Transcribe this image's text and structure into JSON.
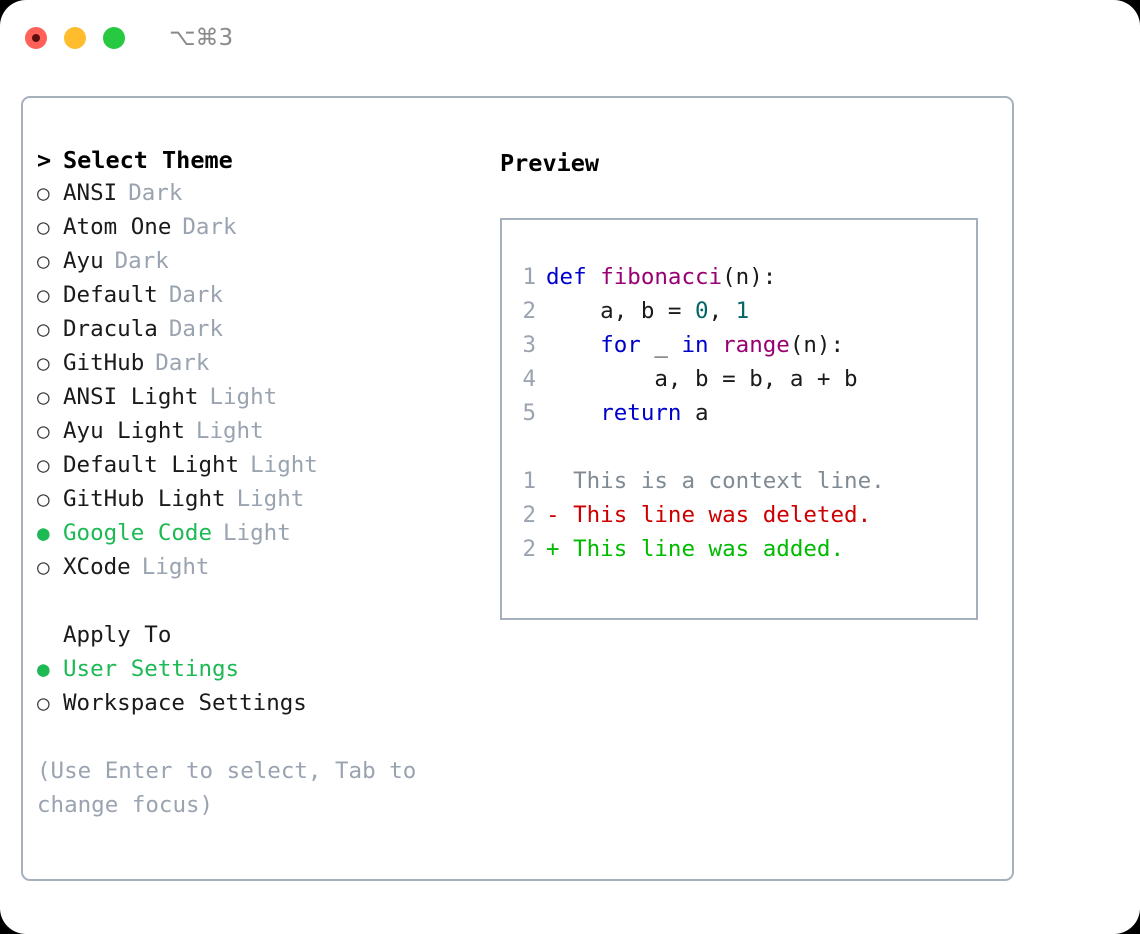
{
  "titlebar": {
    "shortcut": "⌥⌘3",
    "buttons": [
      {
        "name": "close",
        "color": "#ff6159"
      },
      {
        "name": "minimize",
        "color": "#ffbd2e"
      },
      {
        "name": "maximize",
        "color": "#26c940"
      }
    ]
  },
  "colors": {
    "accent_green": "#1db954",
    "muted_gray": "#9aa3b0",
    "border": "#a6b0bd",
    "keyword": "#0000cc",
    "function": "#990073",
    "number": "#006666",
    "diff_deleted": "#cc0000",
    "diff_added": "#00bb00",
    "diff_context": "#808a93"
  },
  "theme_list": {
    "header": {
      "marker": ">",
      "label": "Select Theme"
    },
    "items": [
      {
        "marker": "○",
        "label": "ANSI",
        "badge": "Dark",
        "selected": false
      },
      {
        "marker": "○",
        "label": "Atom One",
        "badge": "Dark",
        "selected": false
      },
      {
        "marker": "○",
        "label": "Ayu",
        "badge": "Dark",
        "selected": false
      },
      {
        "marker": "○",
        "label": "Default",
        "badge": "Dark",
        "selected": false
      },
      {
        "marker": "○",
        "label": "Dracula",
        "badge": "Dark",
        "selected": false
      },
      {
        "marker": "○",
        "label": "GitHub",
        "badge": "Dark",
        "selected": false
      },
      {
        "marker": "○",
        "label": "ANSI Light",
        "badge": "Light",
        "selected": false
      },
      {
        "marker": "○",
        "label": "Ayu Light",
        "badge": "Light",
        "selected": false
      },
      {
        "marker": "○",
        "label": "Default Light",
        "badge": "Light",
        "selected": false
      },
      {
        "marker": "○",
        "label": "GitHub Light",
        "badge": "Light",
        "selected": false
      },
      {
        "marker": "●",
        "label": "Google Code",
        "badge": "Light",
        "selected": true
      },
      {
        "marker": "○",
        "label": "XCode",
        "badge": "Light",
        "selected": false
      }
    ]
  },
  "apply_to": {
    "title": "Apply To",
    "items": [
      {
        "marker": "●",
        "label": "User Settings",
        "selected": true
      },
      {
        "marker": "○",
        "label": "Workspace Settings",
        "selected": false
      }
    ]
  },
  "hint": "(Use Enter to select, Tab to change focus)",
  "preview": {
    "title": "Preview",
    "code_lines": [
      {
        "lineno": "1",
        "tokens": [
          {
            "text": "def ",
            "type": "keyword"
          },
          {
            "text": "fibonacci",
            "type": "function"
          },
          {
            "text": "(n):",
            "type": "plain"
          }
        ]
      },
      {
        "lineno": "2",
        "tokens": [
          {
            "text": "    a, b = ",
            "type": "plain"
          },
          {
            "text": "0",
            "type": "number"
          },
          {
            "text": ", ",
            "type": "plain"
          },
          {
            "text": "1",
            "type": "number"
          }
        ]
      },
      {
        "lineno": "3",
        "tokens": [
          {
            "text": "    ",
            "type": "plain"
          },
          {
            "text": "for",
            "type": "keyword"
          },
          {
            "text": " _ ",
            "type": "plain"
          },
          {
            "text": "in",
            "type": "keyword"
          },
          {
            "text": " ",
            "type": "plain"
          },
          {
            "text": "range",
            "type": "function"
          },
          {
            "text": "(n):",
            "type": "plain"
          }
        ]
      },
      {
        "lineno": "4",
        "tokens": [
          {
            "text": "        a, b = b, a + b",
            "type": "plain"
          }
        ]
      },
      {
        "lineno": "5",
        "tokens": [
          {
            "text": "    ",
            "type": "plain"
          },
          {
            "text": "return",
            "type": "keyword"
          },
          {
            "text": " a",
            "type": "plain"
          }
        ]
      }
    ],
    "diff_lines": [
      {
        "lineno": "1",
        "prefix": "  ",
        "text": "This is a context line.",
        "type": "context"
      },
      {
        "lineno": "2",
        "prefix": "- ",
        "text": "This line was deleted.",
        "type": "deleted"
      },
      {
        "lineno": "2",
        "prefix": "+ ",
        "text": "This line was added.",
        "type": "added"
      }
    ]
  }
}
